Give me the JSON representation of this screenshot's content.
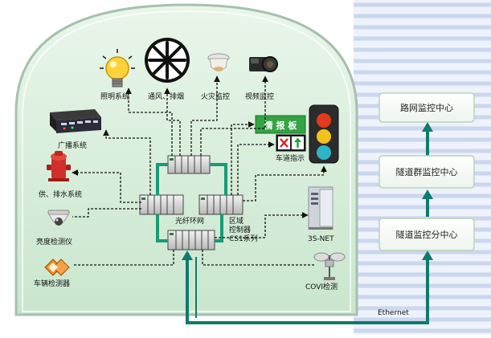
{
  "devices": {
    "lighting": "照明系统",
    "ventilation": "通风、排烟",
    "fire": "火灾监控",
    "video": "视频监控",
    "broadcast": "广播系统",
    "water": "供、排水系统",
    "brightness": "亮度检测仪",
    "vehicle": "车辆检测器",
    "lane": "车道指示",
    "covi": "COVI检测",
    "net3s": "3S-NET"
  },
  "info_board": "情 报 板",
  "ring_label": "光纤环网",
  "controller_label": [
    "区域",
    "控制器",
    "CS1系列"
  ],
  "centers": [
    "路网监控中心",
    "隧道群监控中心",
    "隧道监控分中心"
  ],
  "ethernet": "Ethernet",
  "colors": {
    "arch_fill": "#d2ecd5",
    "arch_stroke": "#9fb8a6",
    "ring": "#1a9a78",
    "teal_line": "#0f7a6e",
    "center_border": "#b8d4b8",
    "stripe": "#dfe6f4",
    "info_board_green": "#33a344"
  }
}
